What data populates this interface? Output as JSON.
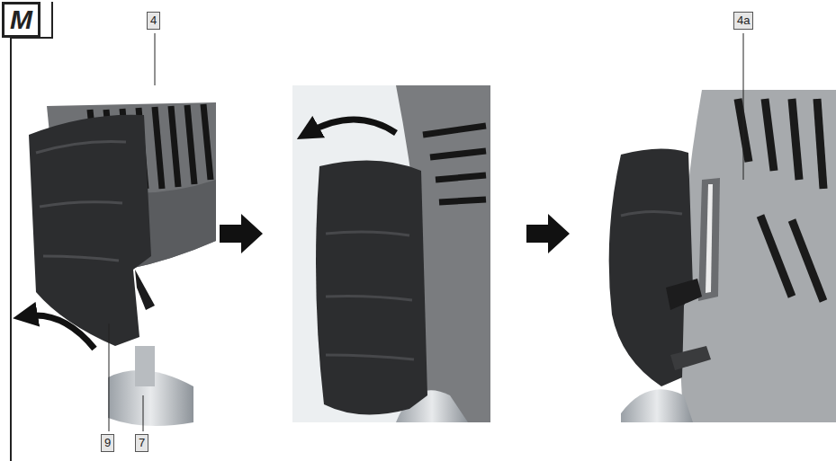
{
  "diagram": {
    "labels": [
      "M",
      "4",
      "4a",
      "9",
      "7"
    ]
  }
}
